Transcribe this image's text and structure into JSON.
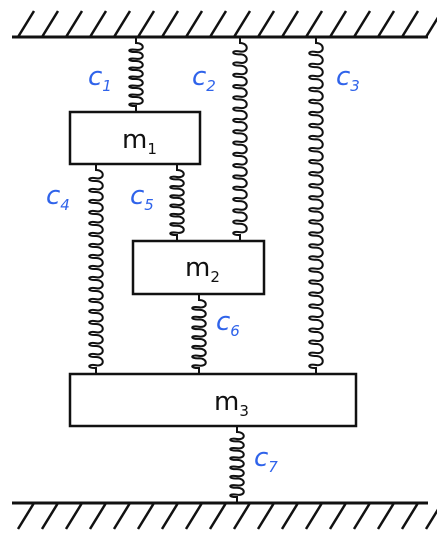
{
  "diagram": {
    "masses": [
      {
        "id": "m1",
        "symbol": "m",
        "subscript": "1"
      },
      {
        "id": "m2",
        "symbol": "m",
        "subscript": "2"
      },
      {
        "id": "m3",
        "symbol": "m",
        "subscript": "3"
      }
    ],
    "springs": [
      {
        "id": "c1",
        "symbol": "c",
        "subscript": "1",
        "connects": [
          "top-wall",
          "m1"
        ]
      },
      {
        "id": "c2",
        "symbol": "c",
        "subscript": "2",
        "connects": [
          "top-wall",
          "m2"
        ]
      },
      {
        "id": "c3",
        "symbol": "c",
        "subscript": "3",
        "connects": [
          "top-wall",
          "m3"
        ]
      },
      {
        "id": "c4",
        "symbol": "c",
        "subscript": "4",
        "connects": [
          "m1",
          "m3"
        ]
      },
      {
        "id": "c5",
        "symbol": "c",
        "subscript": "5",
        "connects": [
          "m1",
          "m2"
        ]
      },
      {
        "id": "c6",
        "symbol": "c",
        "subscript": "6",
        "connects": [
          "m2",
          "m3"
        ]
      },
      {
        "id": "c7",
        "symbol": "c",
        "subscript": "7",
        "connects": [
          "m3",
          "bottom-wall"
        ]
      }
    ],
    "walls": [
      "top",
      "bottom"
    ],
    "colors": {
      "ink": "#111111",
      "label": "#2f63ea",
      "background": "#ffffff"
    }
  }
}
